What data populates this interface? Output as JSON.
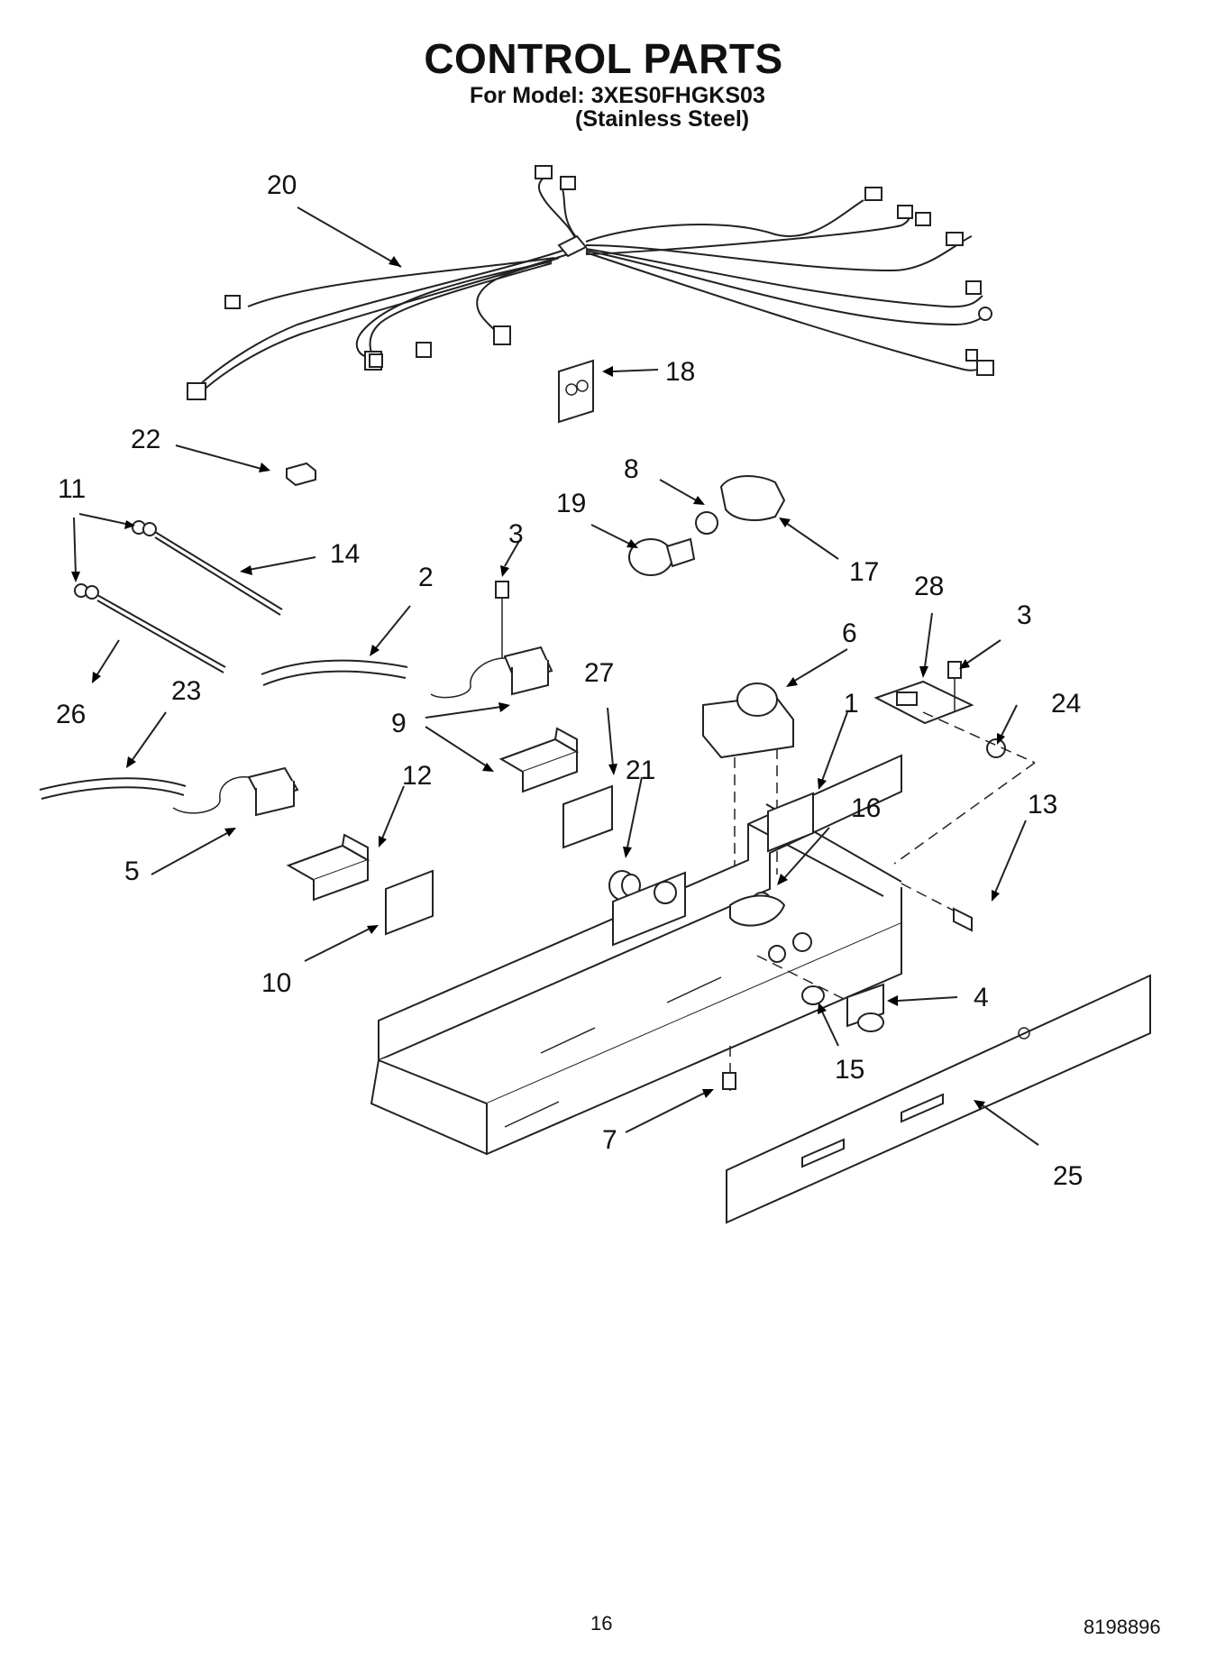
{
  "header": {
    "title": "CONTROL PARTS",
    "model_line": "For Model: 3XES0FHGKS03",
    "material_line": "(Stainless Steel)"
  },
  "callouts": [
    {
      "id": "c20",
      "label": "20"
    },
    {
      "id": "c18",
      "label": "18"
    },
    {
      "id": "c22",
      "label": "22"
    },
    {
      "id": "c11",
      "label": "11"
    },
    {
      "id": "c14",
      "label": "14"
    },
    {
      "id": "c8",
      "label": "8"
    },
    {
      "id": "c19",
      "label": "19"
    },
    {
      "id": "c17",
      "label": "17"
    },
    {
      "id": "c3a",
      "label": "3"
    },
    {
      "id": "c2",
      "label": "2"
    },
    {
      "id": "c28",
      "label": "28"
    },
    {
      "id": "c3b",
      "label": "3"
    },
    {
      "id": "c6",
      "label": "6"
    },
    {
      "id": "c26",
      "label": "26"
    },
    {
      "id": "c23",
      "label": "23"
    },
    {
      "id": "c27",
      "label": "27"
    },
    {
      "id": "c24",
      "label": "24"
    },
    {
      "id": "c9",
      "label": "9"
    },
    {
      "id": "c1",
      "label": "1"
    },
    {
      "id": "c12",
      "label": "12"
    },
    {
      "id": "c21",
      "label": "21"
    },
    {
      "id": "c16",
      "label": "16"
    },
    {
      "id": "c13",
      "label": "13"
    },
    {
      "id": "c5",
      "label": "5"
    },
    {
      "id": "c10",
      "label": "10"
    },
    {
      "id": "c4",
      "label": "4"
    },
    {
      "id": "c15",
      "label": "15"
    },
    {
      "id": "c7",
      "label": "7"
    },
    {
      "id": "c25",
      "label": "25"
    }
  ],
  "footer": {
    "page_number": "16",
    "document_number": "8198896"
  }
}
